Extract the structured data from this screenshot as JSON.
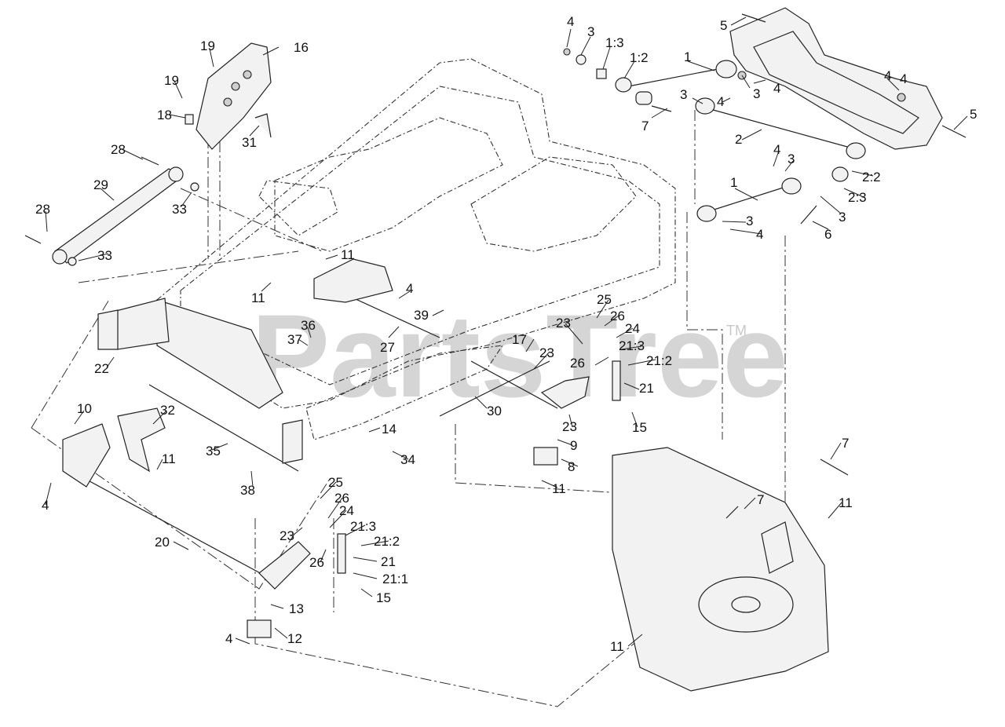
{
  "watermark": {
    "text": "PartsTree",
    "trademark": "TM"
  },
  "callouts": [
    {
      "id": "c1",
      "label": "4"
    },
    {
      "id": "c2",
      "label": "3"
    },
    {
      "id": "c3",
      "label": "1:3"
    },
    {
      "id": "c4",
      "label": "1:2"
    },
    {
      "id": "c5",
      "label": "1"
    },
    {
      "id": "c6",
      "label": "5"
    },
    {
      "id": "c7",
      "label": "4"
    },
    {
      "id": "c8",
      "label": "3"
    },
    {
      "id": "c9",
      "label": "4"
    },
    {
      "id": "c10",
      "label": "3"
    },
    {
      "id": "c11",
      "label": "4"
    },
    {
      "id": "c12",
      "label": "7"
    },
    {
      "id": "c13",
      "label": "5"
    },
    {
      "id": "c14",
      "label": "2"
    },
    {
      "id": "c15",
      "label": "4"
    },
    {
      "id": "c16",
      "label": "3"
    },
    {
      "id": "c17",
      "label": "2:2"
    },
    {
      "id": "c18",
      "label": "1"
    },
    {
      "id": "c19",
      "label": "2:3"
    },
    {
      "id": "c20",
      "label": "3"
    },
    {
      "id": "c21",
      "label": "3"
    },
    {
      "id": "c22",
      "label": "4"
    },
    {
      "id": "c23",
      "label": "6"
    },
    {
      "id": "c24",
      "label": "4"
    },
    {
      "id": "c25",
      "label": "19"
    },
    {
      "id": "c26",
      "label": "16"
    },
    {
      "id": "c27",
      "label": "19"
    },
    {
      "id": "c28",
      "label": "18"
    },
    {
      "id": "c29",
      "label": "31"
    },
    {
      "id": "c30",
      "label": "28"
    },
    {
      "id": "c31",
      "label": "29"
    },
    {
      "id": "c32",
      "label": "33"
    },
    {
      "id": "c33",
      "label": "28"
    },
    {
      "id": "c34",
      "label": "33"
    },
    {
      "id": "c35",
      "label": "11"
    },
    {
      "id": "c36",
      "label": "11"
    },
    {
      "id": "c37",
      "label": "4"
    },
    {
      "id": "c38",
      "label": "39"
    },
    {
      "id": "c39",
      "label": "25"
    },
    {
      "id": "c40",
      "label": "26"
    },
    {
      "id": "c41",
      "label": "24"
    },
    {
      "id": "c42",
      "label": "23"
    },
    {
      "id": "c43",
      "label": "21:3"
    },
    {
      "id": "c44",
      "label": "36"
    },
    {
      "id": "c45",
      "label": "37"
    },
    {
      "id": "c46",
      "label": "27"
    },
    {
      "id": "c47",
      "label": "17"
    },
    {
      "id": "c48",
      "label": "23"
    },
    {
      "id": "c49",
      "label": "26"
    },
    {
      "id": "c50",
      "label": "21:2"
    },
    {
      "id": "c51",
      "label": "21"
    },
    {
      "id": "c52",
      "label": "22"
    },
    {
      "id": "c53",
      "label": "30"
    },
    {
      "id": "c54",
      "label": "23"
    },
    {
      "id": "c55",
      "label": "15"
    },
    {
      "id": "c56",
      "label": "10"
    },
    {
      "id": "c57",
      "label": "32"
    },
    {
      "id": "c58",
      "label": "14"
    },
    {
      "id": "c59",
      "label": "9"
    },
    {
      "id": "c60",
      "label": "34"
    },
    {
      "id": "c61",
      "label": "35"
    },
    {
      "id": "c62",
      "label": "11"
    },
    {
      "id": "c63",
      "label": "8"
    },
    {
      "id": "c64",
      "label": "4"
    },
    {
      "id": "c65",
      "label": "38"
    },
    {
      "id": "c66",
      "label": "11"
    },
    {
      "id": "c67",
      "label": "7"
    },
    {
      "id": "c68",
      "label": "25"
    },
    {
      "id": "c69",
      "label": "26"
    },
    {
      "id": "c70",
      "label": "24"
    },
    {
      "id": "c71",
      "label": "21:3"
    },
    {
      "id": "c72",
      "label": "23"
    },
    {
      "id": "c73",
      "label": "21:2"
    },
    {
      "id": "c74",
      "label": "7"
    },
    {
      "id": "c75",
      "label": "11"
    },
    {
      "id": "c76",
      "label": "20"
    },
    {
      "id": "c77",
      "label": "26"
    },
    {
      "id": "c78",
      "label": "21"
    },
    {
      "id": "c79",
      "label": "21:1"
    },
    {
      "id": "c80",
      "label": "15"
    },
    {
      "id": "c81",
      "label": "13"
    },
    {
      "id": "c82",
      "label": "12"
    },
    {
      "id": "c83",
      "label": "4"
    },
    {
      "id": "c84",
      "label": "11"
    }
  ]
}
